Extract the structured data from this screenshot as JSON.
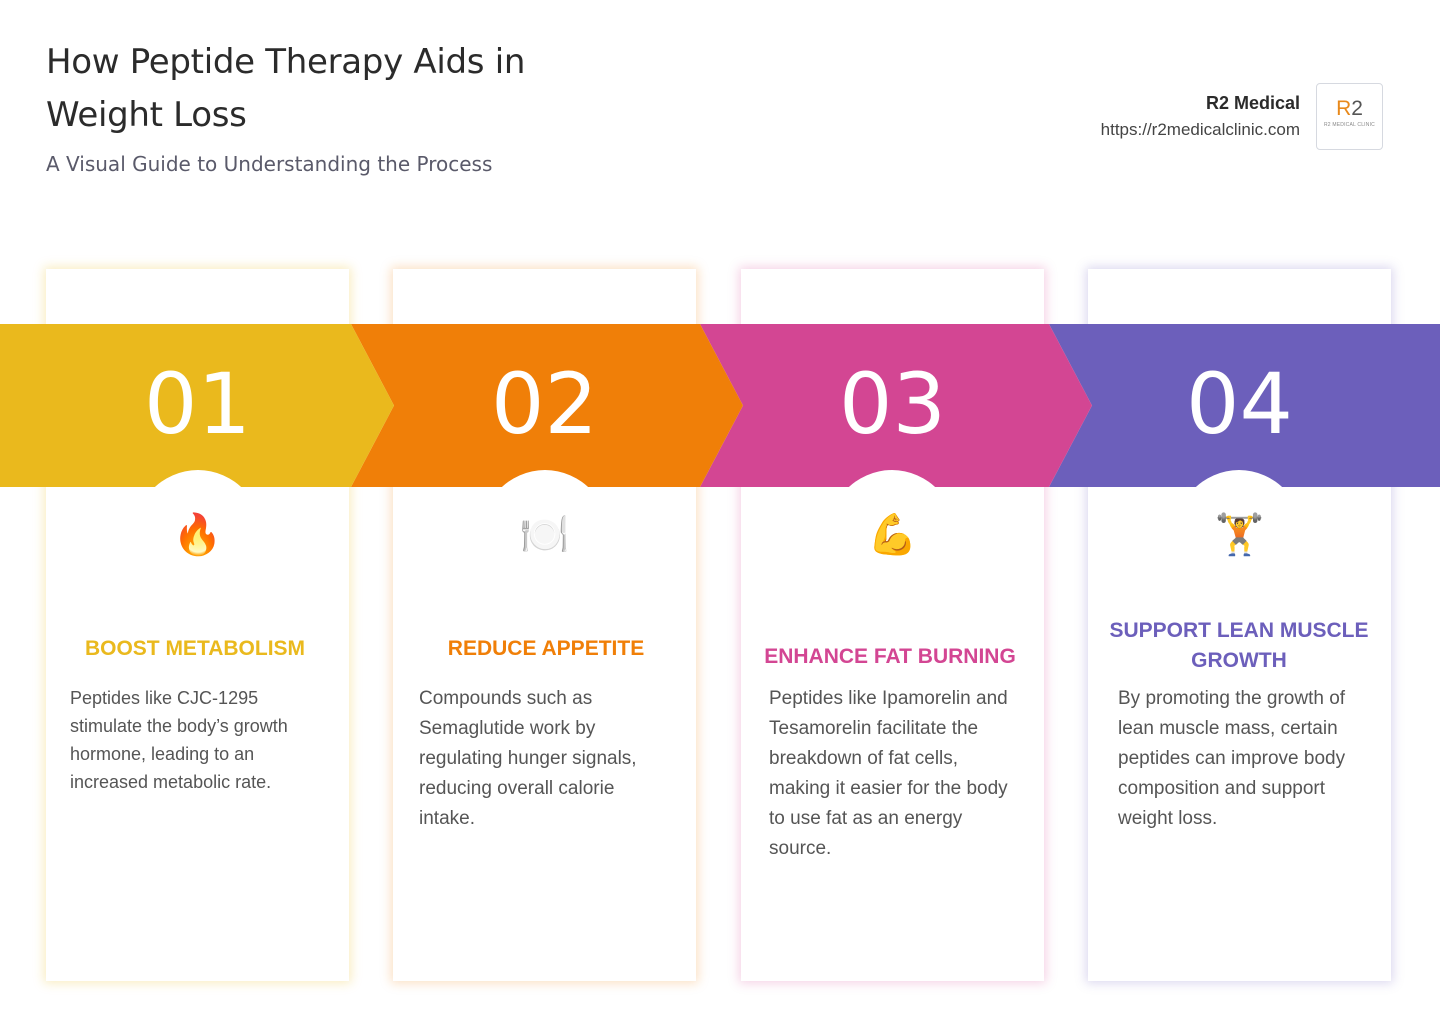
{
  "header": {
    "title": "How Peptide Therapy Aids in Weight Loss",
    "subtitle": "A Visual Guide to Understanding the Process"
  },
  "brand": {
    "name": "R2 Medical",
    "url": "https://r2medicalclinic.com",
    "logo_text": "R2",
    "logo_subtext": "R2 MEDICAL CLINIC"
  },
  "colors": {
    "step1": "#EAB91D",
    "step2": "#F07F08",
    "step3": "#D34693",
    "step4": "#6C5FBB"
  },
  "steps": [
    {
      "number": "01",
      "icon": "fire-icon",
      "glyph": "🔥",
      "heading": "BOOST METABOLISM",
      "text": "Peptides like CJC-1295 stimulate the body’s growth hormone, leading to an increased metabolic rate."
    },
    {
      "number": "02",
      "icon": "plate-icon",
      "glyph": "🍽️",
      "heading": "REDUCE APPETITE",
      "text": "Compounds such as Semaglutide work by regulating hunger signals, reducing overall calorie intake."
    },
    {
      "number": "03",
      "icon": "flexed-bicep-icon",
      "glyph": "💪",
      "heading": "ENHANCE FAT BURNING",
      "text": "Peptides like Ipamorelin and Tesamorelin facilitate the breakdown of fat cells, making it easier for the body to use fat as an energy source."
    },
    {
      "number": "04",
      "icon": "weightlifter-icon",
      "glyph": "🏋️",
      "heading": "SUPPORT LEAN MUSCLE GROWTH",
      "text": "By promoting the growth of lean muscle mass, certain peptides can improve body composition and support weight loss."
    }
  ]
}
